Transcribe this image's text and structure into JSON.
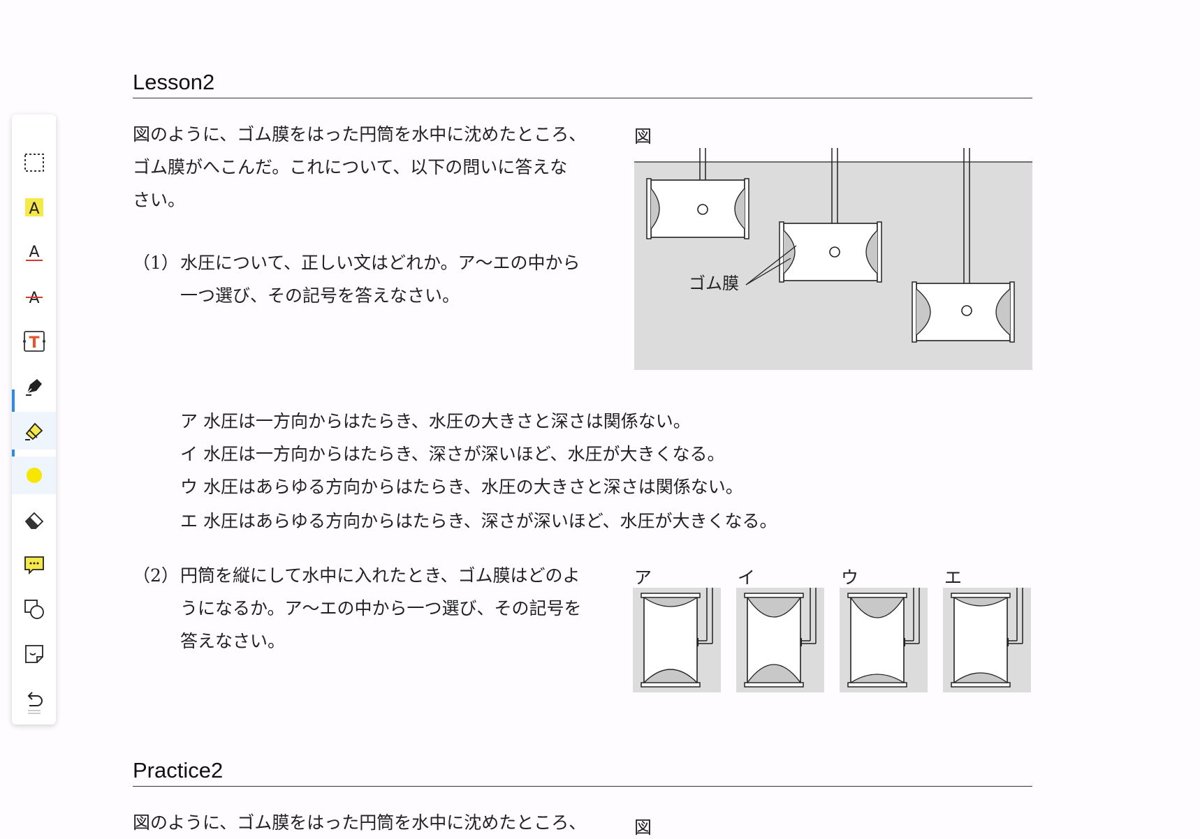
{
  "toolbar": {
    "tools": [
      {
        "icon": "selection-marquee-icon"
      },
      {
        "icon": "highlight-text-icon",
        "glyph": "A",
        "color": "#f5e84a"
      },
      {
        "icon": "underline-text-icon",
        "glyph": "A",
        "color": "#d9362b"
      },
      {
        "icon": "strikethrough-text-icon",
        "glyph": "A",
        "color": "#d9362b"
      },
      {
        "icon": "text-box-icon",
        "glyph": "T",
        "color": "#e5542b"
      },
      {
        "icon": "pen-icon"
      },
      {
        "icon": "highlighter-icon",
        "color": "#f5e84a"
      },
      {
        "icon": "color-swatch-icon",
        "color": "#f7e600"
      },
      {
        "icon": "eraser-icon"
      },
      {
        "icon": "comment-icon",
        "color": "#f5e84a"
      },
      {
        "icon": "shapes-icon"
      },
      {
        "icon": "sticker-icon"
      },
      {
        "icon": "undo-icon"
      }
    ]
  },
  "lesson": {
    "heading": "Lesson2",
    "intro": [
      "図のように、ゴム膜をはった円筒を水中に沈めたところ、",
      "ゴム膜がへこんだ。これについて、以下の問いに答えな",
      "さい。"
    ],
    "figure_label": "図",
    "membrane_label": "ゴム膜",
    "q1": {
      "number": "（1）",
      "lines": [
        "水圧について、正しい文はどれか。ア～エの中から",
        "一つ選び、その記号を答えなさい。"
      ],
      "choices": [
        "ア 水圧は一方向からはたらき、水圧の大きさと深さは関係ない。",
        "イ 水圧は一方向からはたらき、深さが深いほど、水圧が大きくなる。",
        "ウ 水圧はあらゆる方向からはたらき、水圧の大きさと深さは関係ない。",
        "エ 水圧はあらゆる方向からはたらき、深さが深いほど、水圧が大きくなる。"
      ]
    },
    "q2": {
      "number": "（2）",
      "lines": [
        "円筒を縦にして水中に入れたとき、ゴム膜はどのよ",
        "うになるか。ア～エの中から一つ選び、その記号を",
        "答えなさい。"
      ],
      "option_labels": [
        "ア",
        "イ",
        "ウ",
        "エ"
      ]
    }
  },
  "practice": {
    "heading": "Practice2",
    "intro": [
      "図のように、ゴム膜をはった円筒を水中に沈めたところ、"
    ],
    "figure_label": "図"
  },
  "colors": {
    "water": "#dcdcdc",
    "text": "#222222",
    "accent": "#2a8be8"
  }
}
